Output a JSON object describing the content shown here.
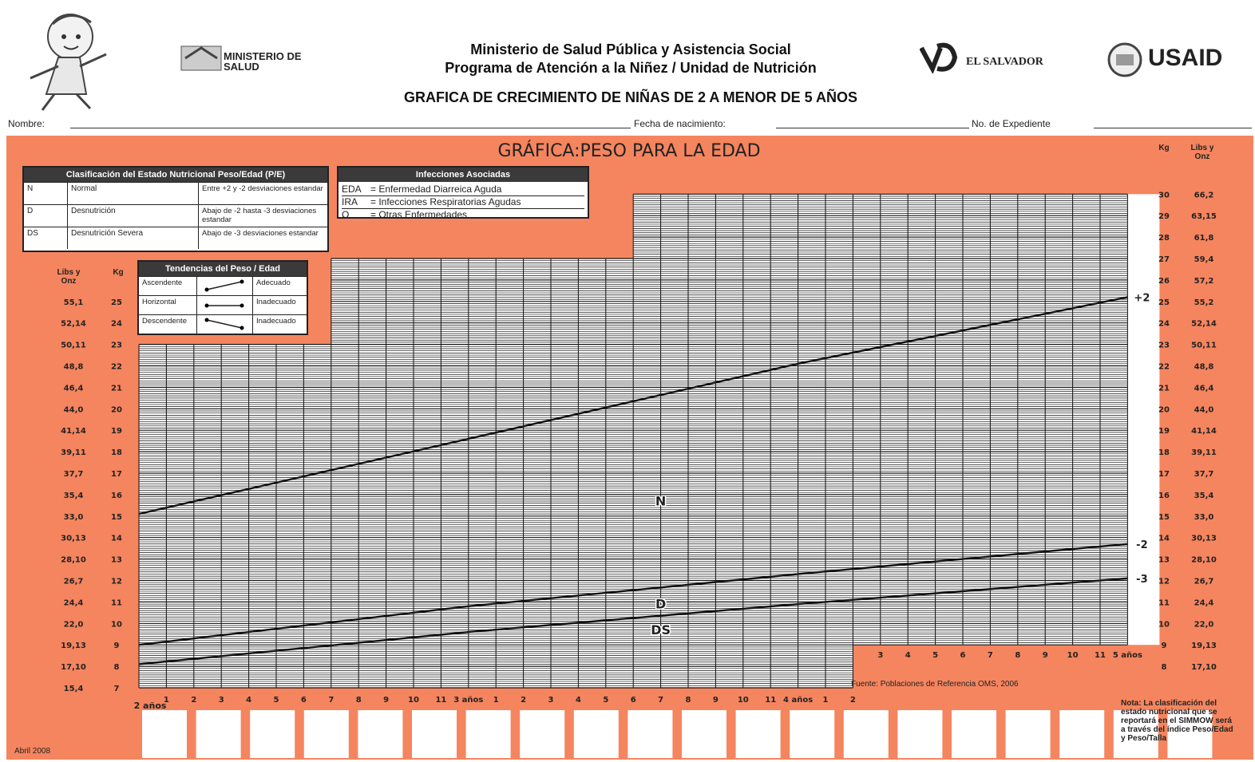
{
  "header": {
    "ministry_line1": "Ministerio de Salud Pública y Asistencia Social",
    "ministry_line2": "Programa de Atención a la Niñez / Unidad de Nutrición",
    "chart_title": "GRAFICA DE CRECIMIENTO DE NIÑAS DE 2 A MENOR DE 5 AÑOS",
    "logo_ministerio": "MINISTERIO DE SALUD",
    "logo_elsalvador": "EL SALVADOR",
    "logo_usaid": "USAID"
  },
  "fields": {
    "nombre": "Nombre:",
    "fecha": "Fecha de nacimiento:",
    "expediente": "No. de Expediente"
  },
  "classification": {
    "heading": "Clasificación del Estado Nutricional   Peso/Edad (P/E)",
    "rows": [
      {
        "code": "N",
        "name": "Normal",
        "desc": "Entre +2 y -2 desviaciones estandar"
      },
      {
        "code": "D",
        "name": "Desnutrición",
        "desc": "Abajo de -2 hasta -3 desviaciones estandar"
      },
      {
        "code": "DS",
        "name": "Desnutrición Severa",
        "desc": "Abajo de -3 desviaciones estandar"
      }
    ]
  },
  "infections": {
    "heading": "Infecciones Asociadas",
    "rows": [
      {
        "code": "EDA",
        "desc": "= Enfermedad Diarreica Aguda"
      },
      {
        "code": "IRA",
        "desc": "= Infecciones Respiratorias Agudas"
      },
      {
        "code": "O",
        "desc": "= Otras Enfermedades"
      }
    ]
  },
  "trends": {
    "heading": "Tendencias del Peso / Edad",
    "rows": [
      {
        "name": "Ascendente",
        "eval": "Adecuado"
      },
      {
        "name": "Horizontal",
        "eval": "Inadecuado"
      },
      {
        "name": "Descendente",
        "eval": "Inadecuado"
      }
    ]
  },
  "footer": {
    "fuente": "Fuente: Poblaciones de Referencia OMS, 2006",
    "nota": "Nota: La clasificación del estado nutricional que se reportará en el SIMMOW será a través del índice Peso/Edad y Peso/Talla",
    "fecha_doc": "Abril 2008"
  },
  "axes": {
    "left_unit_lb": "Libs y Onz",
    "left_unit_kg": "Kg",
    "right_unit_kg": "Kg",
    "right_unit_lb": "Libs y Onz"
  },
  "chart_data": {
    "type": "line",
    "title": "GRÁFICA:PESO PARA LA EDAD",
    "xlabel": "",
    "ylabel": "",
    "x_unit": "months",
    "xlim": [
      24,
      60
    ],
    "ylim_kg": [
      7,
      30
    ],
    "x_ticks_bottom": [
      "1",
      "2",
      "3",
      "4",
      "5",
      "6",
      "7",
      "8",
      "9",
      "10",
      "11",
      "3 años",
      "1",
      "2",
      "3",
      "4",
      "5",
      "6",
      "7",
      "8",
      "9",
      "10",
      "11",
      "4 años",
      "1",
      "2"
    ],
    "x_ticks_upper": [
      "3",
      "4",
      "5",
      "6",
      "7",
      "8",
      "9",
      "10",
      "11",
      "5 años"
    ],
    "x_start_label": "2 años",
    "y_left_kg": [
      25,
      24,
      23,
      22,
      21,
      20,
      19,
      18,
      17,
      16,
      15,
      14,
      13,
      12,
      11,
      10,
      9,
      8,
      7
    ],
    "y_left_lb": [
      "55,1",
      "52,14",
      "50,11",
      "48,8",
      "46,4",
      "44,0",
      "41,14",
      "39,11",
      "37,7",
      "35,4",
      "33,0",
      "30,13",
      "28,10",
      "26,7",
      "24,4",
      "22,0",
      "19,13",
      "17,10",
      "15,4"
    ],
    "y_right_kg": [
      30,
      29,
      28,
      27,
      26,
      25,
      24,
      23,
      22,
      21,
      20,
      19,
      18,
      17,
      16,
      15,
      14,
      13,
      12,
      11,
      10,
      9,
      8
    ],
    "y_right_lb": [
      "66,2",
      "63,15",
      "61,8",
      "59,4",
      "57,2",
      "55,2",
      "52,14",
      "50,11",
      "48,8",
      "46,4",
      "44,0",
      "41,14",
      "39,11",
      "37,7",
      "35,4",
      "33,0",
      "30,13",
      "28,10",
      "26,7",
      "24,4",
      "22,0",
      "19,13",
      "17,10"
    ],
    "series": [
      {
        "name": "+2",
        "x": [
          24,
          36,
          48,
          60
        ],
        "y": [
          15.1,
          18.6,
          22.1,
          25.2
        ]
      },
      {
        "name": "-2",
        "x": [
          24,
          36,
          48,
          60
        ],
        "y": [
          9.0,
          10.8,
          12.3,
          13.7
        ]
      },
      {
        "name": "-3",
        "x": [
          24,
          36,
          48,
          60
        ],
        "y": [
          8.1,
          9.6,
          10.9,
          12.1
        ]
      }
    ],
    "zone_labels": [
      "N",
      "D",
      "DS"
    ],
    "grid": true
  }
}
